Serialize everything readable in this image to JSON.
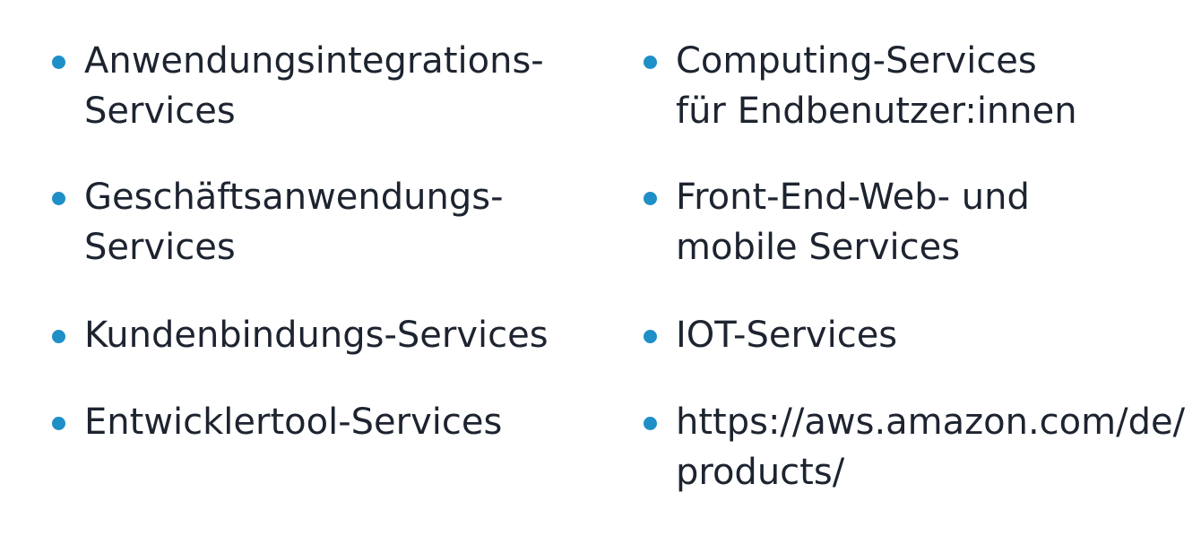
{
  "left_column": [
    {
      "line1": "Anwendungsintegrations-",
      "line2": "Services"
    },
    {
      "line1": "Geschäftsanwendungs-",
      "line2": "Services"
    },
    {
      "line1": "Kundenbindungs-Services",
      "line2": ""
    },
    {
      "line1": "Entwicklertool-Services",
      "line2": ""
    }
  ],
  "right_column": [
    {
      "line1": "Computing-Services",
      "line2": "für Endbenutzer:innen"
    },
    {
      "line1": "Front-End-Web- und",
      "line2": "mobile Services"
    },
    {
      "line1": "IOT-Services",
      "line2": ""
    },
    {
      "line1": "https://aws.amazon.com/de/",
      "line2": "products/"
    }
  ],
  "bullet_color": "#1f8fc7"
}
